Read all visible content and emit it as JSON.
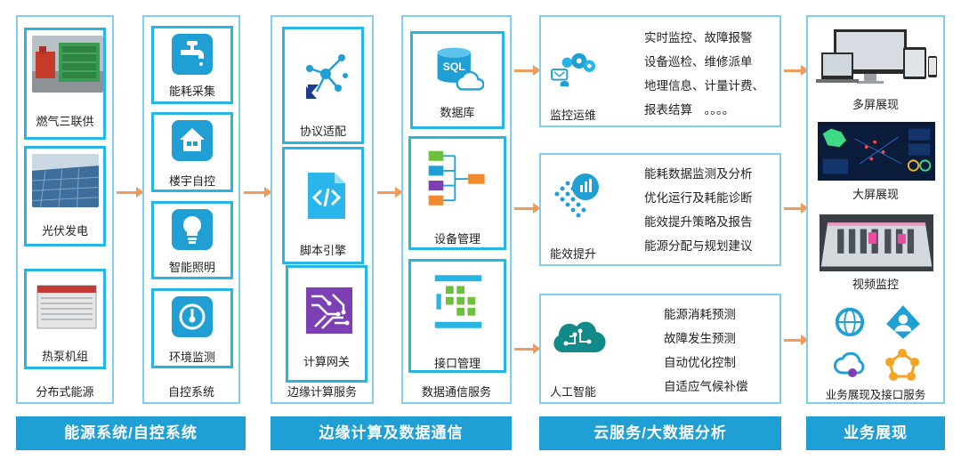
{
  "col1": {
    "items": [
      "燃气三联供",
      "光伏发电",
      "热泵机组"
    ],
    "label": "分布式能源"
  },
  "col2": {
    "items": [
      "能耗采集",
      "楼宇自控",
      "智能照明",
      "环境监测"
    ],
    "label": "自控系统"
  },
  "col3": {
    "items": [
      "协议适配",
      "脚本引擎",
      "计算网关"
    ],
    "label": "边缘计算服务"
  },
  "col4": {
    "items": [
      "数据库",
      "设备管理",
      "接口管理"
    ],
    "label": "数据通信服务",
    "sql_text": "SQL"
  },
  "col5": {
    "boxes": [
      {
        "title": "监控运维",
        "lines": [
          "实时监控、故障报警",
          "设备巡检、维修派单",
          "地理信息、计量计费、",
          "报表结算　。。。。"
        ]
      },
      {
        "title": "能效提升",
        "lines": [
          "能耗数据监测及分析",
          "优化运行及耗能诊断",
          "能效提升策略及报告",
          "能源分配与规划建议"
        ]
      },
      {
        "title": "人工智能",
        "lines": [
          "能源消耗预测",
          "故障发生预测",
          "自动优化控制",
          "自适应气候补偿"
        ]
      }
    ]
  },
  "col6": {
    "items": [
      "多屏展现",
      "大屏展现",
      "视频监控"
    ],
    "label": "业务展现及接口服务"
  },
  "banners": [
    "能源系统/自控系统",
    "边缘计算及数据通信",
    "云服务/大数据分析",
    "业务展现"
  ],
  "colors": {
    "accent": "#1f9fd4",
    "border": "#27b6e3",
    "arrow": "#f29a5a",
    "green": "#6bc23a"
  }
}
